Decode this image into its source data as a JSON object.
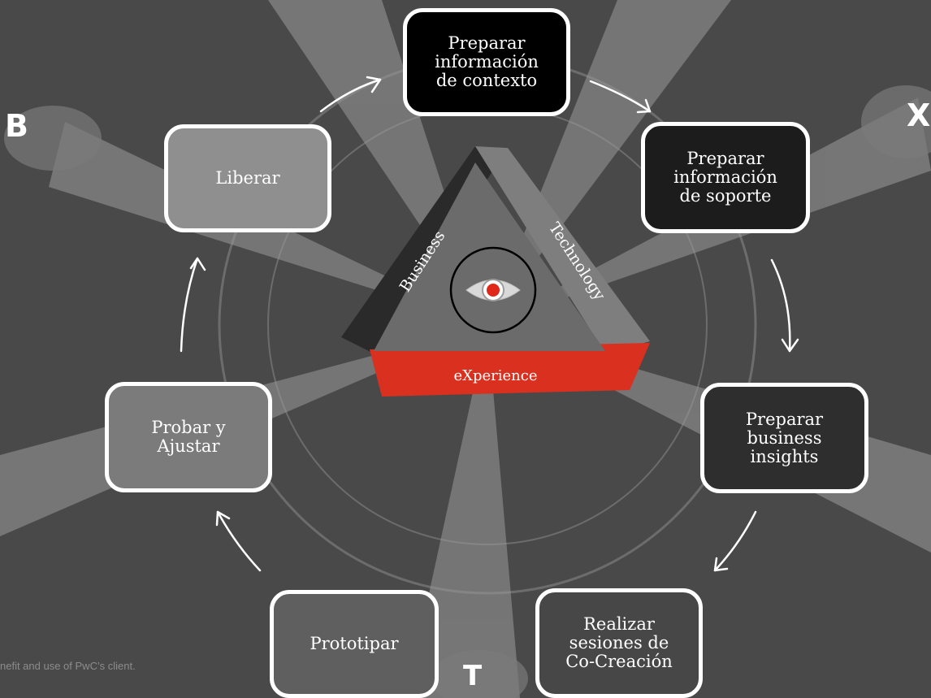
{
  "steps": [
    {
      "label": "Preparar\ninformación\nde contexto",
      "fill": "#000000"
    },
    {
      "label": "Preparar\ninformación\nde soporte",
      "fill": "#1c1c1c"
    },
    {
      "label": "Preparar\nbusiness\ninsights",
      "fill": "#2e2e2e"
    },
    {
      "label": "Realizar\nsesiones de\nCo-Creación",
      "fill": "#474747"
    },
    {
      "label": "Prototipar",
      "fill": "#5f5f5f"
    },
    {
      "label": "Probar y\nAjustar",
      "fill": "#7b7b7b"
    },
    {
      "label": "Liberar",
      "fill": "#8f8f8f"
    }
  ],
  "triangle": {
    "business": "Business",
    "technology": "Technology",
    "experience": "eXperience",
    "colors": {
      "business": "#2a2a2a",
      "technology": "#7e7e7e",
      "experience": "#d9301f"
    }
  },
  "background_letters": {
    "left": "B",
    "right": "X",
    "bottom": "T"
  },
  "footer_text": "nefit and use of PwC’s client."
}
